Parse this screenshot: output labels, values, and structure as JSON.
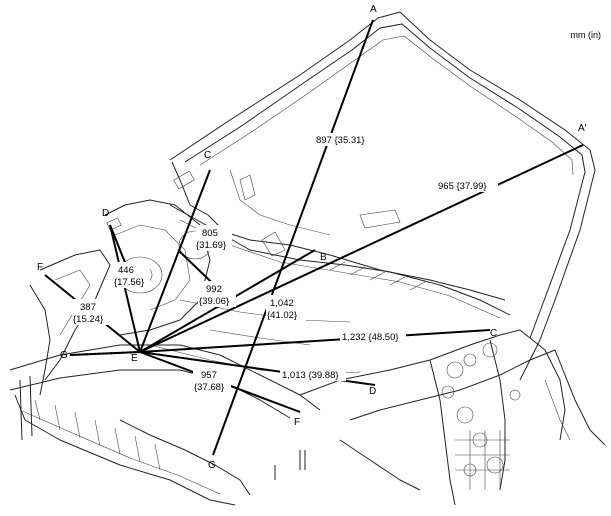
{
  "diagram": {
    "unit_label": "mm (in)",
    "points": {
      "A": "A",
      "A_prime": "A'",
      "B": "B",
      "C_left": "C",
      "C_right": "C",
      "D_left": "D",
      "D_right": "D",
      "E": "E",
      "F_left": "F",
      "F_right": "F",
      "G_left": "G",
      "G_bottom": "G"
    },
    "dimensions": {
      "a_b": "897 {35.31}",
      "a_prime": "965 {37.99}",
      "c_upper_mm": "805",
      "c_upper_in": "{31.69}",
      "d_mm": "446",
      "d_in": "{17.56}",
      "f_mm": "387",
      "f_in": "{15.24}",
      "e_b_mm": "992",
      "e_b_in": "{39.06}",
      "g_mm": "1,042",
      "g_in": "{41.02}",
      "c_right": "1,232 {48.50}",
      "d_right": "1,013 {39.88}",
      "f_right_mm": "957",
      "f_right_in": "{37.68}"
    }
  }
}
